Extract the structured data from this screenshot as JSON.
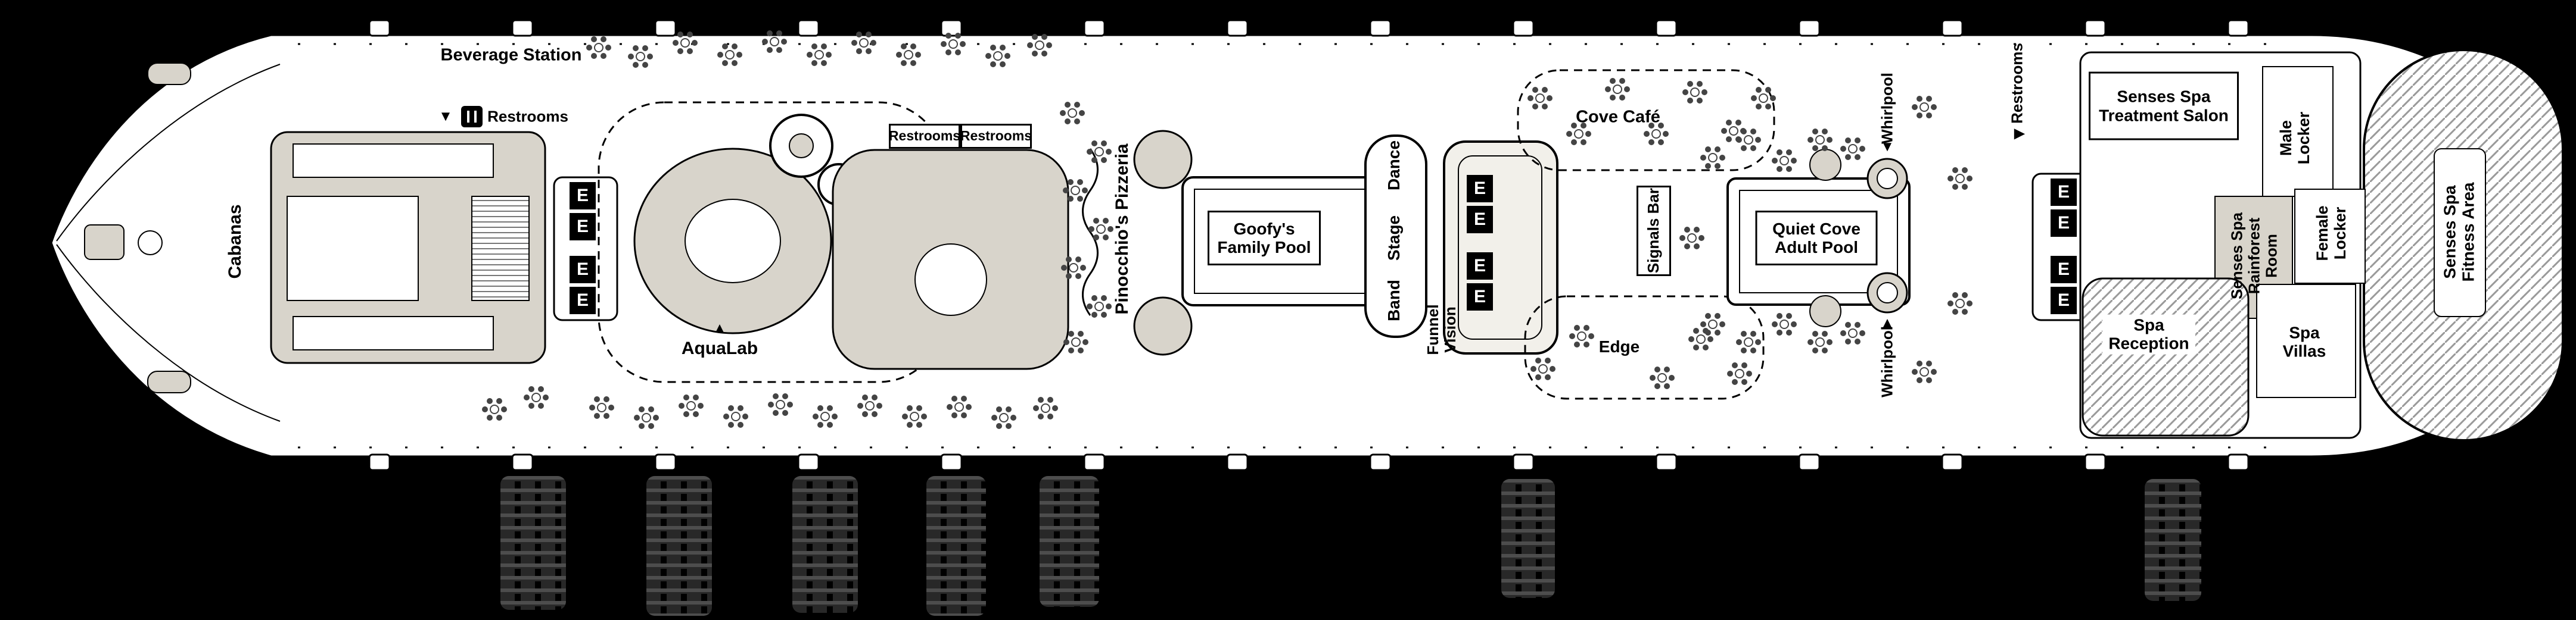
{
  "deck": {
    "labels": {
      "cabanas": "Cabanas",
      "beverage_station": "Beverage Station",
      "restrooms": "Restrooms",
      "aqualab": "AquaLab",
      "pinocchios_pizzeria": "Pinocchio's Pizzeria",
      "goofys_family_pool": "Goofy's Family Pool",
      "dance": "Dance",
      "stage": "Stage",
      "band": "Band",
      "funnel_vision": "Funnel Vision",
      "cove_cafe": "Cove Café",
      "signals_bar": "Signals Bar",
      "quiet_cove_adult_pool": "Quiet Cove Adult Pool",
      "edge": "Edge",
      "whirlpool": "Whirlpool",
      "senses_spa_treatment_salon": "Senses Spa Treatment Salon",
      "male_locker": "Male Locker",
      "female_locker": "Female Locker",
      "senses_spa_rainforest_room": "Senses Spa Rainforest Room",
      "senses_spa_fitness_area": "Senses Spa Fitness Area",
      "spa_reception": "Spa Reception",
      "spa_villas": "Spa Villas"
    },
    "elevator": "E",
    "markers": {
      "up": "▲",
      "down": "▼",
      "right": "▶"
    },
    "colors": {
      "background": "#000000",
      "hull": "#ffffff",
      "outline": "#000000",
      "shaded": "#d8d4cb"
    }
  }
}
